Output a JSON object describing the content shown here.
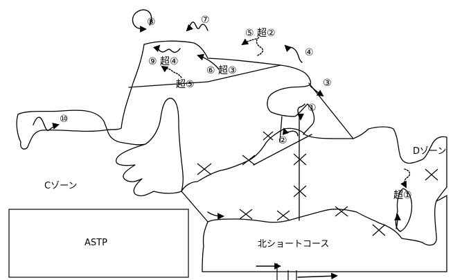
{
  "labels": {
    "zone_c": "Cゾーン",
    "zone_d": "Dゾーン",
    "astp": "ASTP",
    "north_short_course": "北ショートコース",
    "m1": "①",
    "m2": "②",
    "m3": "③",
    "m4": "④",
    "m5_super2": "⑤ 超②",
    "m6_super3": "⑥ 超③",
    "m7": "⑦",
    "m8": "⑧",
    "m9_super4": "⑨ 超④",
    "super5": "超⑤",
    "m10": "⑩",
    "super1": "超①"
  },
  "colors": {
    "line": "#000000",
    "background": "#ffffff"
  }
}
